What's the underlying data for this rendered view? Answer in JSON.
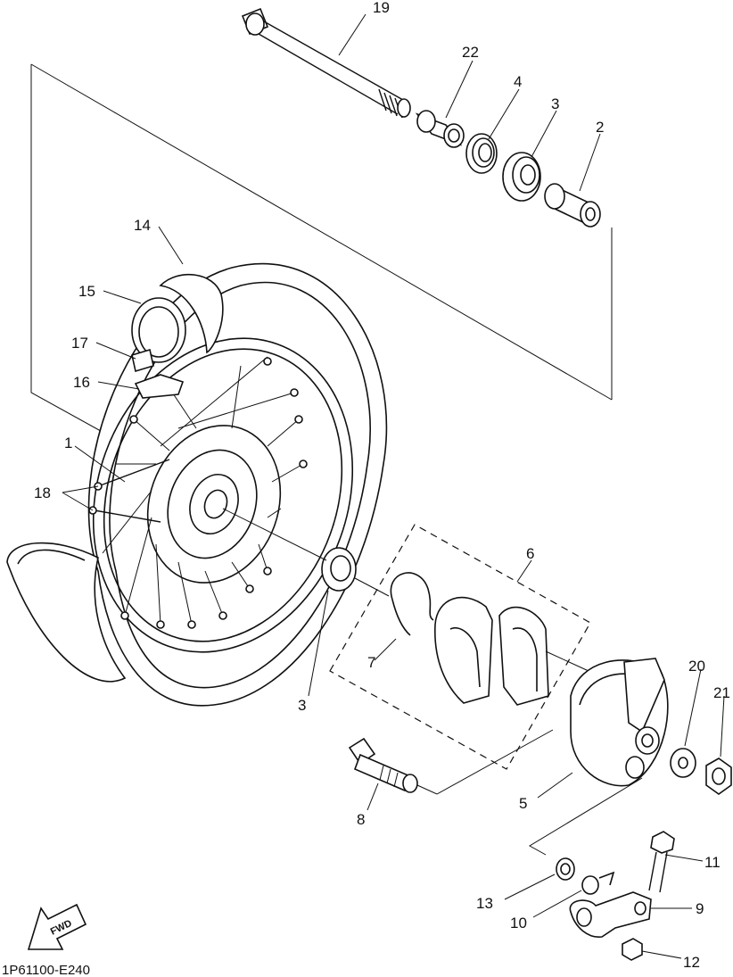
{
  "diagram_code": "1P61100-E240",
  "fwd_label": "FWD",
  "callouts": [
    {
      "id": "c19",
      "text": "19"
    },
    {
      "id": "c22",
      "text": "22"
    },
    {
      "id": "c4",
      "text": "4"
    },
    {
      "id": "c3a",
      "text": "3"
    },
    {
      "id": "c2",
      "text": "2"
    },
    {
      "id": "c14",
      "text": "14"
    },
    {
      "id": "c15",
      "text": "15"
    },
    {
      "id": "c17",
      "text": "17"
    },
    {
      "id": "c16",
      "text": "16"
    },
    {
      "id": "c1",
      "text": "1"
    },
    {
      "id": "c18",
      "text": "18"
    },
    {
      "id": "c6",
      "text": "6"
    },
    {
      "id": "c7",
      "text": "7"
    },
    {
      "id": "c3b",
      "text": "3"
    },
    {
      "id": "c20",
      "text": "20"
    },
    {
      "id": "c21",
      "text": "21"
    },
    {
      "id": "c5",
      "text": "5"
    },
    {
      "id": "c8",
      "text": "8"
    },
    {
      "id": "c11",
      "text": "11"
    },
    {
      "id": "c9",
      "text": "9"
    },
    {
      "id": "c13",
      "text": "13"
    },
    {
      "id": "c10",
      "text": "10"
    },
    {
      "id": "c12",
      "text": "12"
    }
  ]
}
